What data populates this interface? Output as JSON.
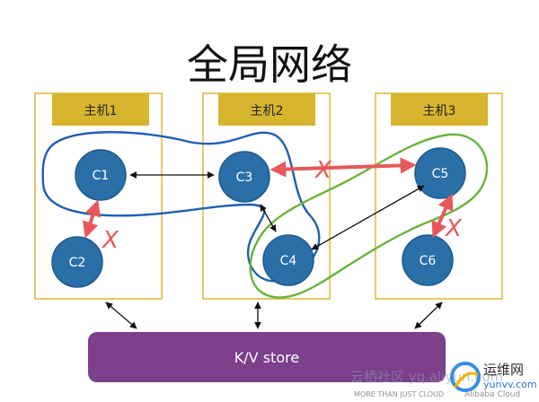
{
  "title": "全局网络",
  "hosts": [
    {
      "label": "主机1"
    },
    {
      "label": "主机2"
    },
    {
      "label": "主机3"
    }
  ],
  "containers": [
    {
      "label": "C1"
    },
    {
      "label": "C2"
    },
    {
      "label": "C3"
    },
    {
      "label": "C4"
    },
    {
      "label": "C5"
    },
    {
      "label": "C6"
    }
  ],
  "store": {
    "label": "K/V store"
  },
  "blocked_mark": "X",
  "watermark": {
    "left_cn": "云栖社区 yq.aliyun.com",
    "tagline": "MORE THAN JUST CLOUD",
    "brand": "Alibaba Cloud",
    "right_cn": "运维网",
    "url": "yunvv.com"
  },
  "colors": {
    "host_border": "#d8b83a",
    "host_label_bg": "#d7b52e",
    "container_fill": "#2a6fa7",
    "container_stroke": "#1d5a8c",
    "store_fill": "#7b3f8c",
    "blue_network": "#1f5fb5",
    "green_network": "#69b33c",
    "red_arrow": "#e8585a"
  }
}
